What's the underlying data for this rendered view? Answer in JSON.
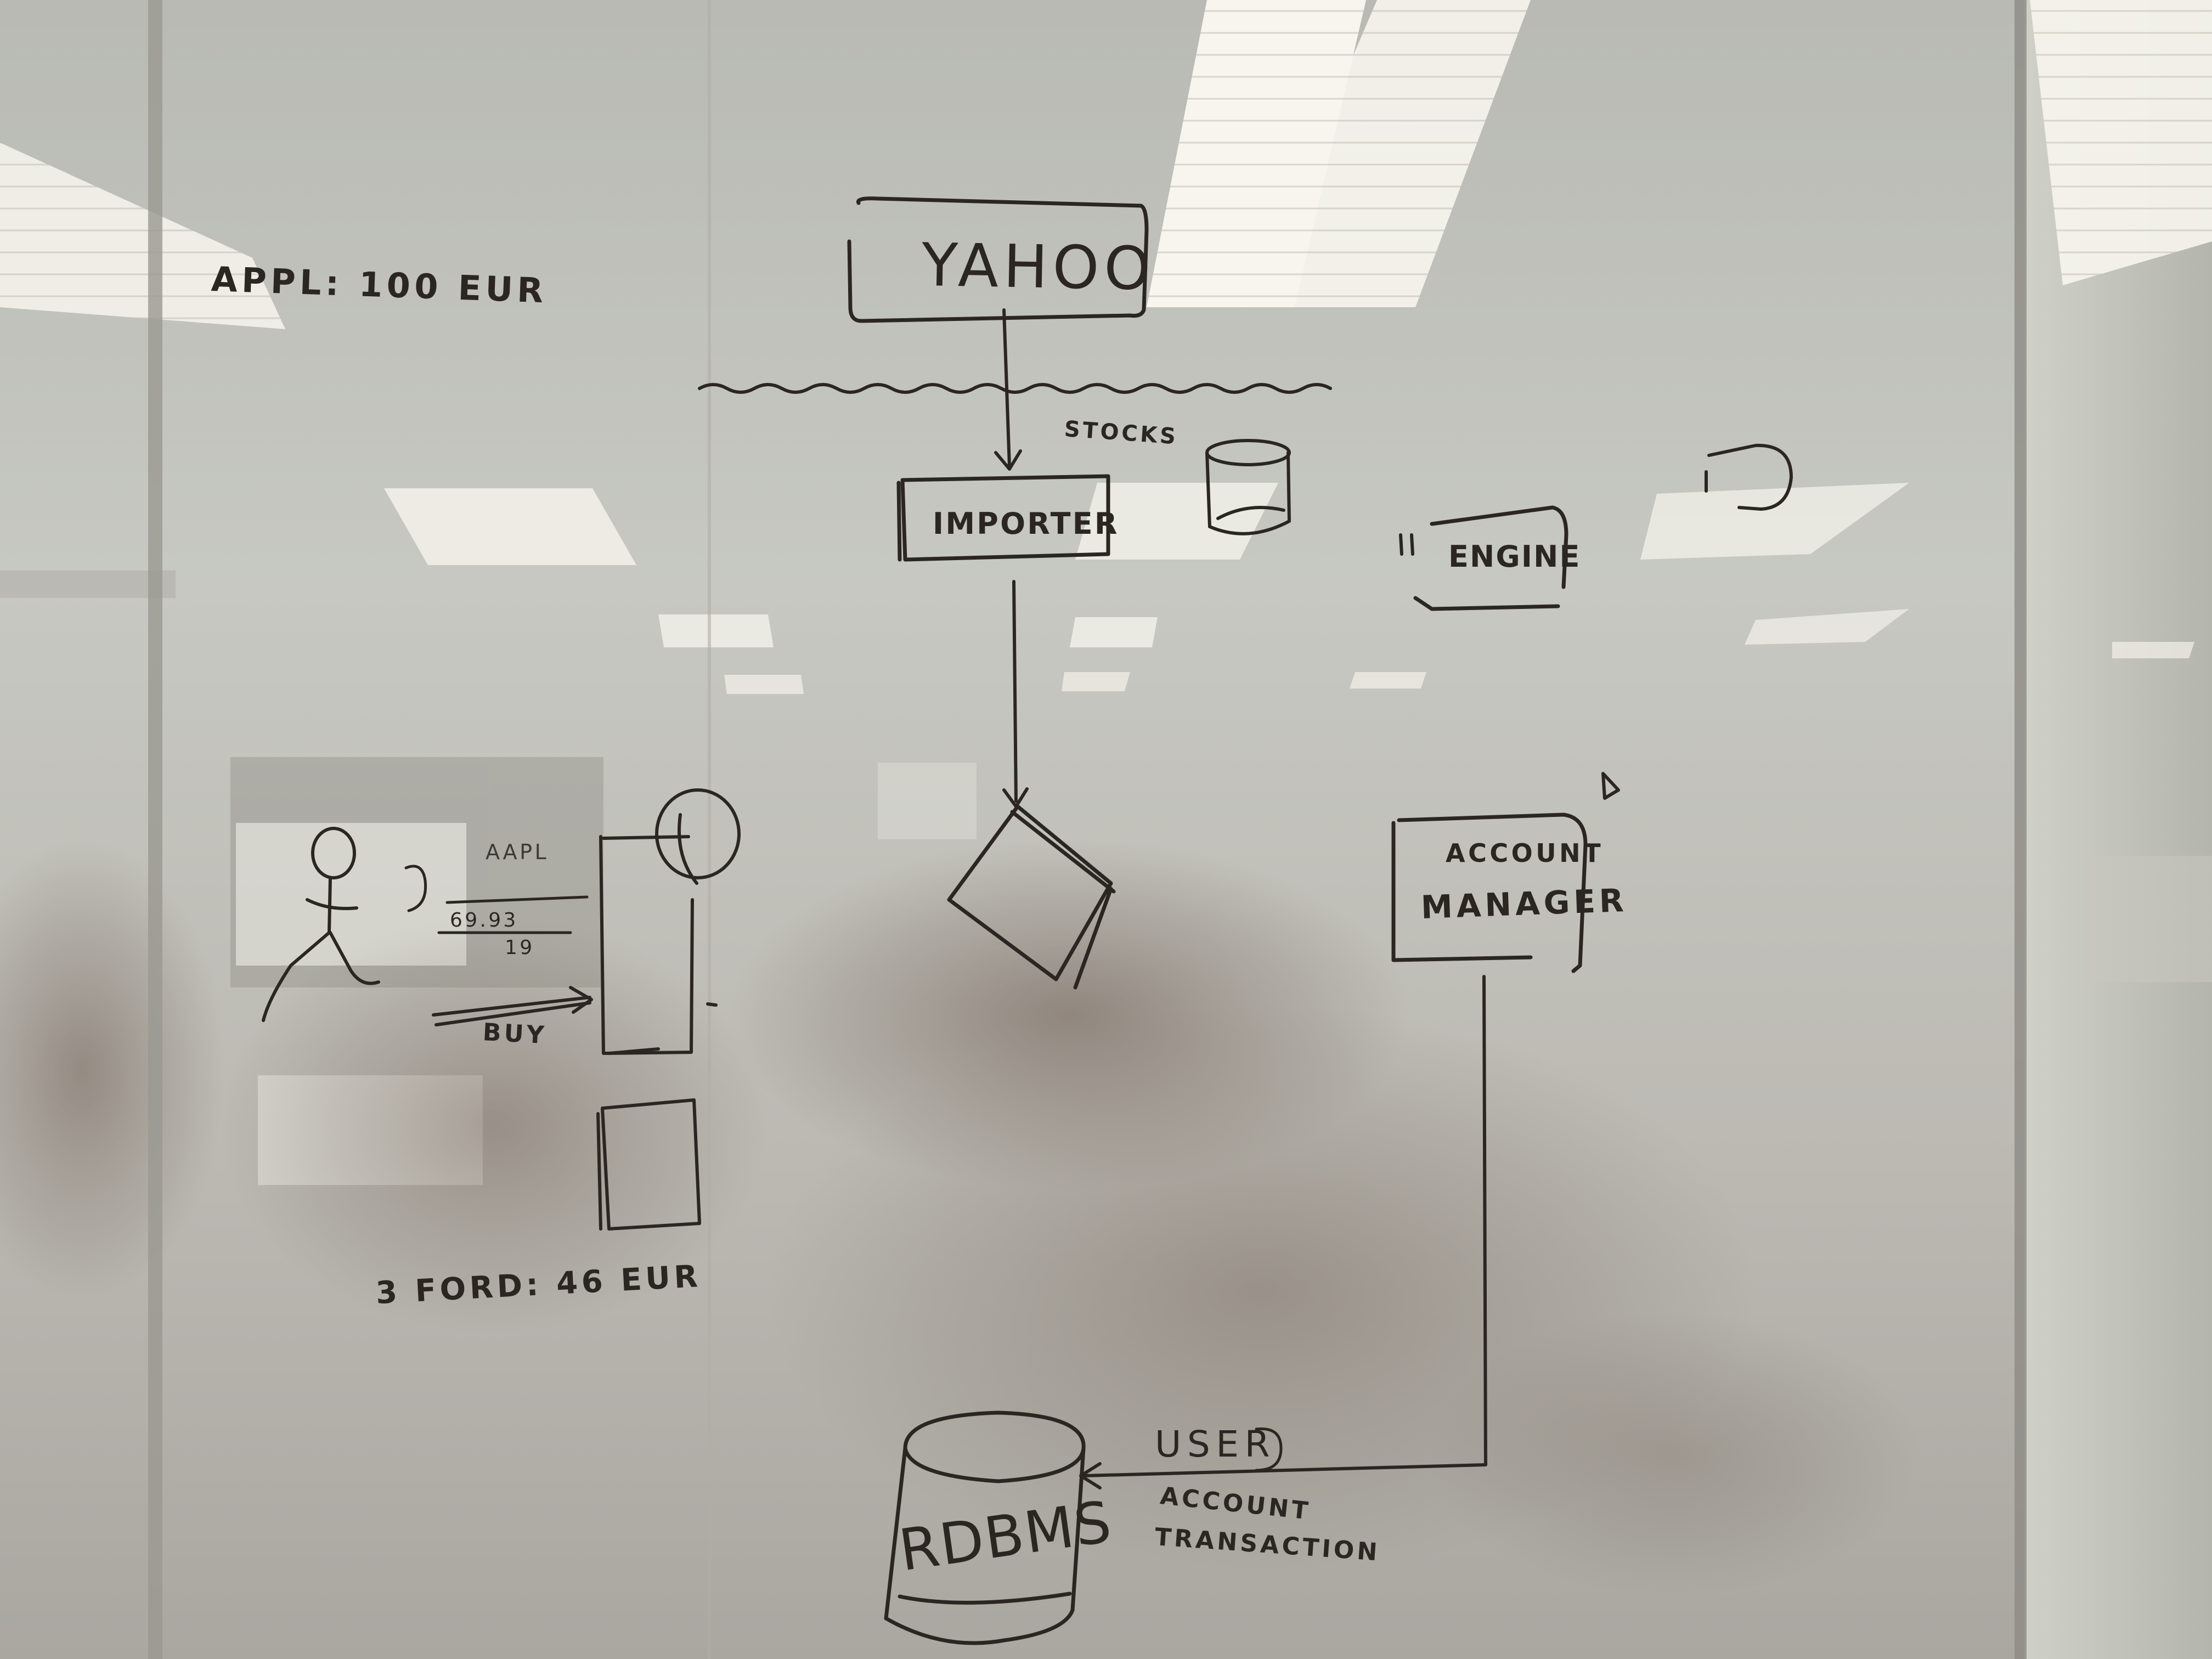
{
  "whiteboard": {
    "top_left_note": "APPL: 100 EUR",
    "bottom_left_note": "3 FORD: 46 EUR",
    "nodes": {
      "source": "YAHOO",
      "importer": "IMPORTER",
      "engine": "ENGINE",
      "account_manager": [
        "ACCOUNT",
        "MANAGER"
      ],
      "database": "RDBMS"
    },
    "edge_labels": {
      "stocks": "STOCKS",
      "buy": "BUY",
      "db_tables": [
        "USER",
        "ACCOUNT",
        "TRANSACTION"
      ]
    },
    "sketch": {
      "symbol": "AAPL",
      "price_a": "69.93",
      "price_b": "19"
    }
  },
  "colors": {
    "ink": "#2b2622",
    "glass": "#c9c9c2",
    "ceiling_light": "#f6f4ec",
    "room_shadow": "#5a4e47"
  }
}
